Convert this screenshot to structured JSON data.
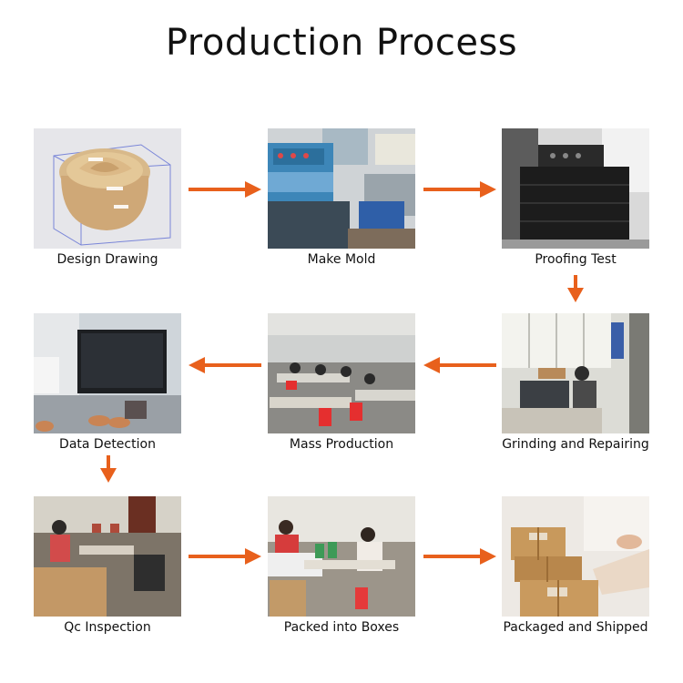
{
  "title": "Production Process",
  "accent_color": "#E8601C",
  "steps": [
    {
      "label": "Design Drawing",
      "icon": "cad-rose-model-image"
    },
    {
      "label": "Make Mold",
      "icon": "mold-machine-image"
    },
    {
      "label": "Proofing Test",
      "icon": "test-machine-image"
    },
    {
      "label": "Grinding and Repairing",
      "icon": "workshop-grinding-image"
    },
    {
      "label": "Mass Production",
      "icon": "factory-floor-image"
    },
    {
      "label": "Data Detection",
      "icon": "computer-inspection-image"
    },
    {
      "label": "Qc Inspection",
      "icon": "qc-workers-image"
    },
    {
      "label": "Packed into Boxes",
      "icon": "packing-workers-image"
    },
    {
      "label": "Packaged and Shipped",
      "icon": "cardboard-boxes-image"
    }
  ]
}
